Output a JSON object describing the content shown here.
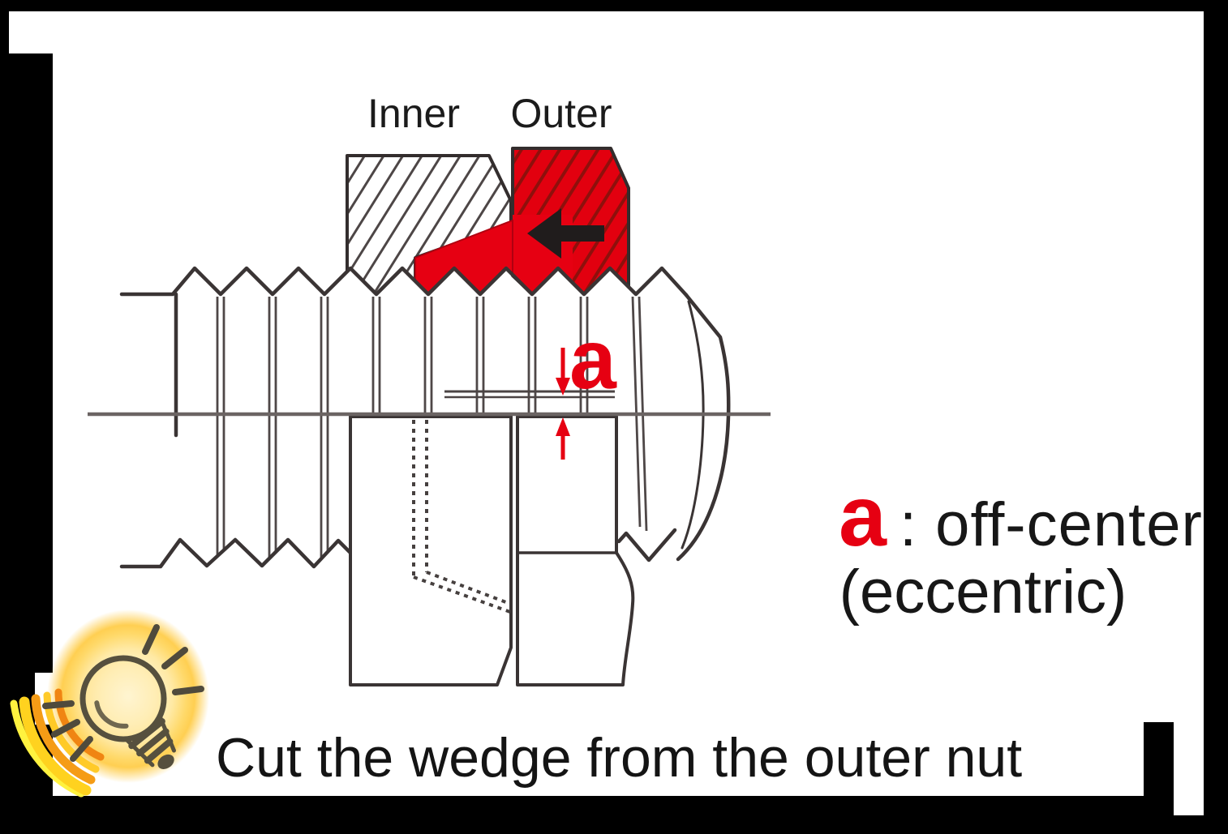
{
  "page": {
    "background": "#ffffff",
    "frame_color": "#000000"
  },
  "diagram": {
    "inner_label": "Inner",
    "outer_label": "Outer",
    "offset_symbol": "a",
    "accent_color": "#e60012"
  },
  "legend": {
    "symbol": "a",
    "definition": ": off-center",
    "alt": "(eccentric)"
  },
  "caption": "Cut the wedge from the outer nut",
  "icons": {
    "lightbulb": "lightbulb-glow-icon",
    "arrow": "left-arrow-icon"
  }
}
